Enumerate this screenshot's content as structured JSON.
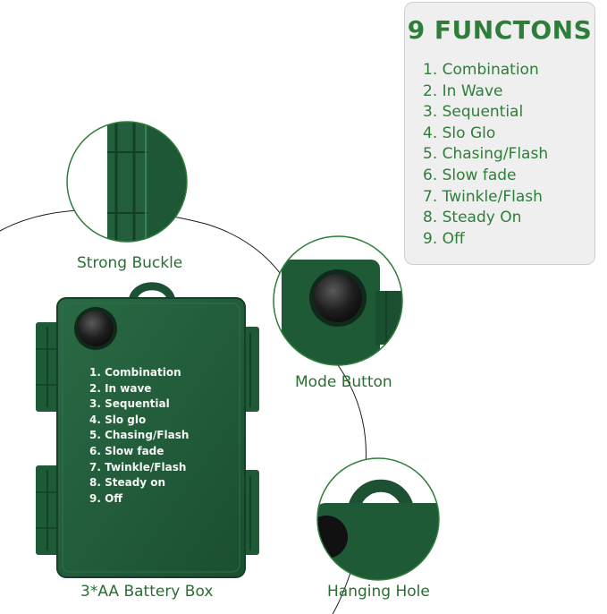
{
  "functions_panel": {
    "title": "9 FUNCTONS",
    "items": [
      "1. Combination",
      "2. In Wave",
      "3. Sequential",
      "4. Slo Glo",
      "5. Chasing/Flash",
      "6. Slow fade",
      "7. Twinkle/Flash",
      "8. Steady On",
      "9. Off"
    ]
  },
  "captions": {
    "buckle": "Strong Buckle",
    "mode": "Mode Button",
    "box": "3*AA Battery Box",
    "hole": "Hanging Hole"
  },
  "box_label": {
    "items": [
      "1. Combination",
      "2. In wave",
      "3. Sequential",
      "4. Slo glo",
      "5. Chasing/Flash",
      "6. Slow fade",
      "7. Twinkle/Flash",
      "8. Steady on",
      "9. Off"
    ]
  },
  "colors": {
    "case_green": "#1f5a37",
    "text_green": "#2f7d3a",
    "panel_bg": "#efefef"
  }
}
